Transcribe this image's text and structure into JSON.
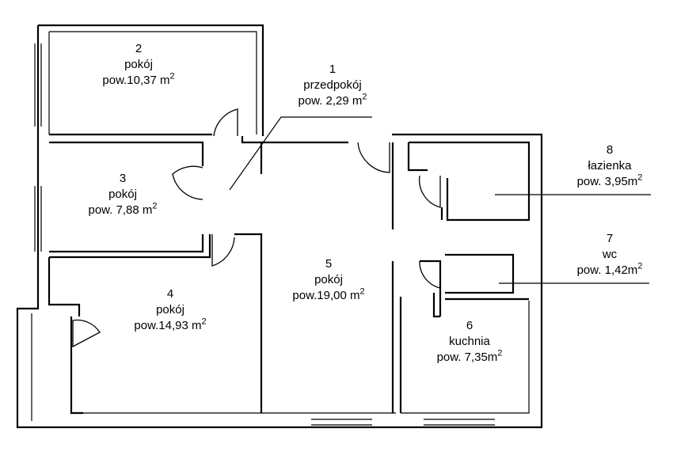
{
  "rooms": [
    {
      "num": "1",
      "name": "przedpokój",
      "area_prefix": "pow. 2,29 m",
      "sup": "2"
    },
    {
      "num": "2",
      "name": "pokój",
      "area_prefix": "pow.10,37 m",
      "sup": "2"
    },
    {
      "num": "3",
      "name": "pokój",
      "area_prefix": "pow. 7,88 m",
      "sup": "2"
    },
    {
      "num": "4",
      "name": "pokój",
      "area_prefix": "pow.14,93 m",
      "sup": "2"
    },
    {
      "num": "5",
      "name": "pokój",
      "area_prefix": "pow.19,00 m",
      "sup": "2"
    },
    {
      "num": "6",
      "name": "kuchnia",
      "area_prefix": "pow. 7,35m",
      "sup": "2"
    },
    {
      "num": "7",
      "name": "wc",
      "area_prefix": "pow. 1,42m",
      "sup": "2"
    },
    {
      "num": "8",
      "name": "łazienka",
      "area_prefix": "pow. 3,95m",
      "sup": "2"
    }
  ]
}
